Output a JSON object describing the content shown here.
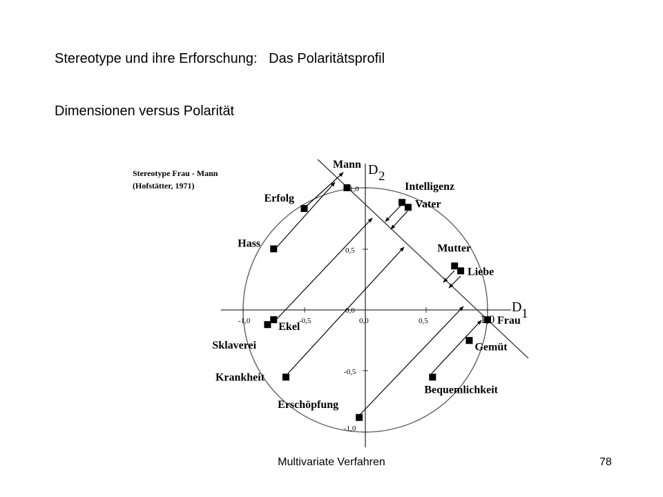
{
  "slide": {
    "title": "Stereotype und ihre Erforschung:   Das Polaritätsprofil",
    "subtitle": "Dimensionen versus Polarität",
    "footer": "Multivariate Verfahren",
    "page_number": "78"
  },
  "diagram": {
    "caption_line1": "Stereotype Frau - Mann",
    "caption_line2": "(Hofstätter, 1971)",
    "axis_d1_letter": "D",
    "axis_d1_sub": "1",
    "axis_d2_letter": "D",
    "axis_d2_sub": "2",
    "pole_mann": "Mann",
    "pole_frau": "Frau",
    "x_ticks": [
      {
        "v": -1.0,
        "label": "-1,0"
      },
      {
        "v": -0.5,
        "label": "-0,5"
      },
      {
        "v": 0.0,
        "label": "0,0"
      },
      {
        "v": 0.5,
        "label": "0,5"
      },
      {
        "v": 1.0,
        "label": "1,0"
      }
    ],
    "y_ticks": [
      {
        "v": 1.0,
        "label": "1,0"
      },
      {
        "v": 0.5,
        "label": "0,5"
      },
      {
        "v": 0.0,
        "label": "0,0"
      },
      {
        "v": -0.5,
        "label": "-0,5"
      },
      {
        "v": -1.0,
        "label": "-1,0"
      }
    ],
    "points": [
      {
        "name": "Hass",
        "x": -0.75,
        "y": 0.5
      },
      {
        "name": "Erfolg",
        "x": -0.5,
        "y": 0.83
      },
      {
        "name": "Mann",
        "x": -0.15,
        "y": 1.0
      },
      {
        "name": "Intelligenz",
        "x": 0.3,
        "y": 0.88
      },
      {
        "name": "Vater",
        "x": 0.35,
        "y": 0.84
      },
      {
        "name": "Mutter",
        "x": 0.73,
        "y": 0.36
      },
      {
        "name": "Liebe",
        "x": 0.78,
        "y": 0.32
      },
      {
        "name": "Ekel",
        "x": -0.75,
        "y": -0.08
      },
      {
        "name": "Sklaverei",
        "x": -0.8,
        "y": -0.12
      },
      {
        "name": "Frau",
        "x": 1.0,
        "y": -0.08
      },
      {
        "name": "Gemüt",
        "x": 0.85,
        "y": -0.25
      },
      {
        "name": "Krankheit",
        "x": -0.65,
        "y": -0.55
      },
      {
        "name": "Bequemlichkeit",
        "x": 0.55,
        "y": -0.55
      },
      {
        "name": "Erschöpfung",
        "x": -0.05,
        "y": -0.88
      }
    ]
  }
}
